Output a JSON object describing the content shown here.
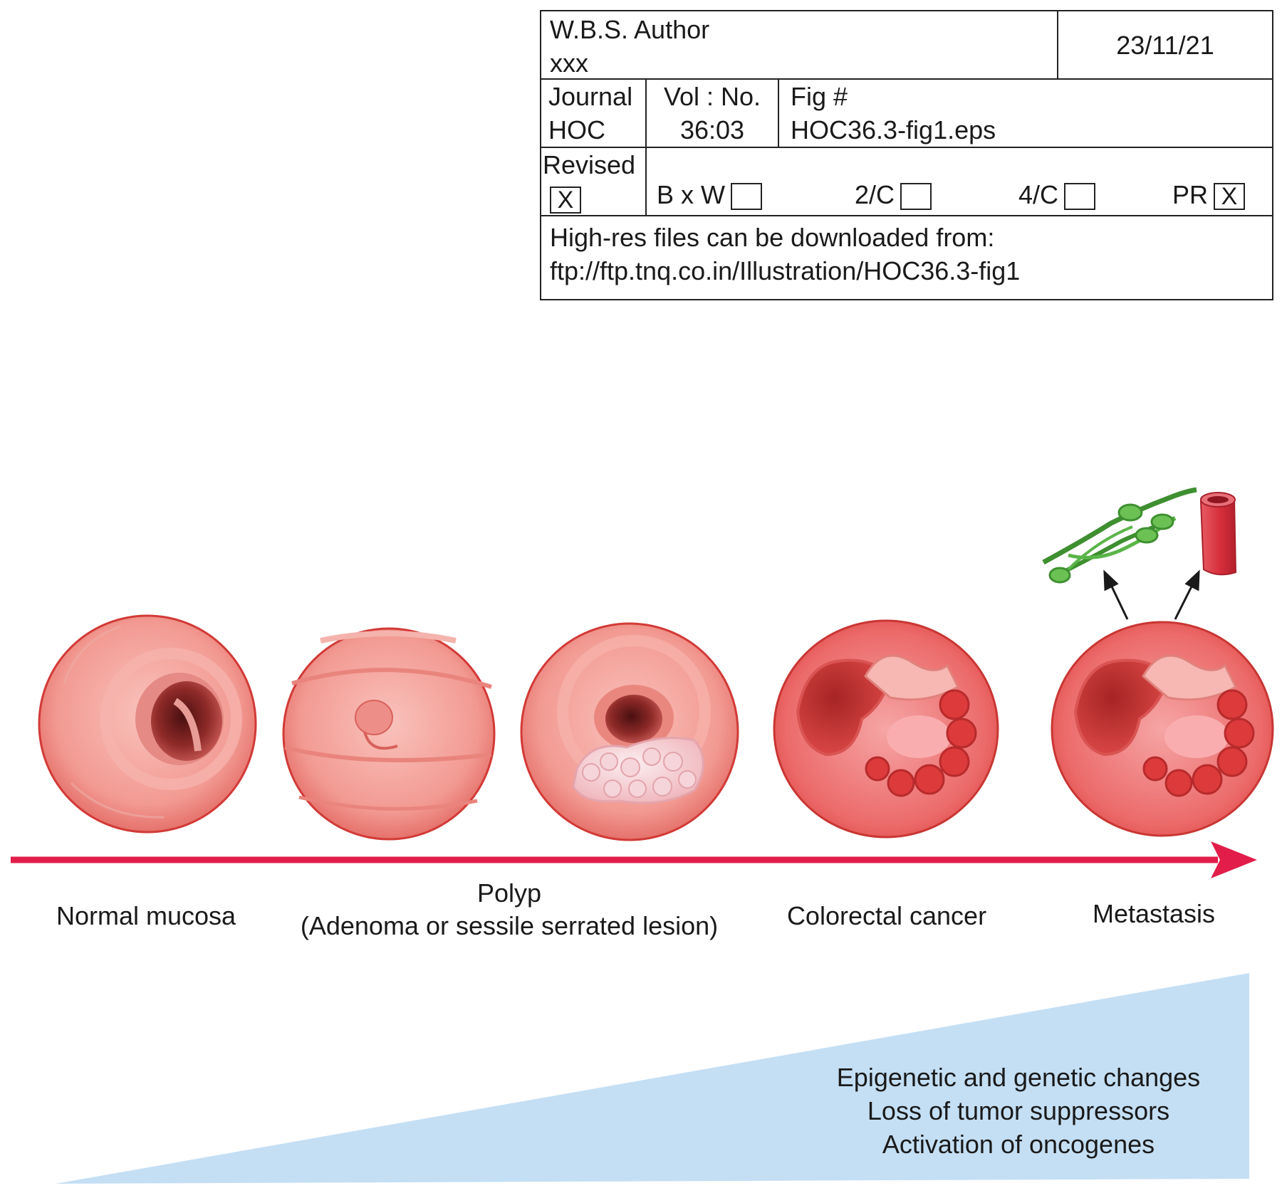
{
  "info_box": {
    "author_label": "W.B.S. Author",
    "author_value": "xxx",
    "date": "23/11/21",
    "journal_label": "Journal",
    "journal_value": "HOC",
    "volno_label": "Vol : No.",
    "volno_value": "36:03",
    "fig_label": "Fig #",
    "fig_value": "HOC36.3-fig1.eps",
    "revised_label": "Revised",
    "revised_mark": "X",
    "bxw_label": "B x W",
    "bxw_mark": "",
    "twoc_label": "2/C",
    "twoc_mark": "",
    "fourc_label": "4/C",
    "fourc_mark": "",
    "pr_label": "PR",
    "pr_mark": "X",
    "download_line1": "High-res files can be downloaded from:",
    "download_line2": "ftp://ftp.tnq.co.in/Illustration/HOC36.3-fig1"
  },
  "stages": [
    {
      "label": "Normal mucosa"
    },
    {
      "label_line1": "Polyp",
      "label_line2": "(Adenoma or sessile serrated lesion)"
    },
    {
      "label": "Colorectal cancer"
    },
    {
      "label": "Metastasis"
    }
  ],
  "changes": {
    "line1": "Epigenetic and genetic changes",
    "line2": "Loss of tumor suppressors",
    "line3": "Activation of oncogenes"
  },
  "colors": {
    "arrow": "#e21d4a",
    "mucosa": "#f08c8c",
    "wedge": "#c4dff4",
    "lymph": "#4da33a",
    "vessel": "#d8303f"
  }
}
